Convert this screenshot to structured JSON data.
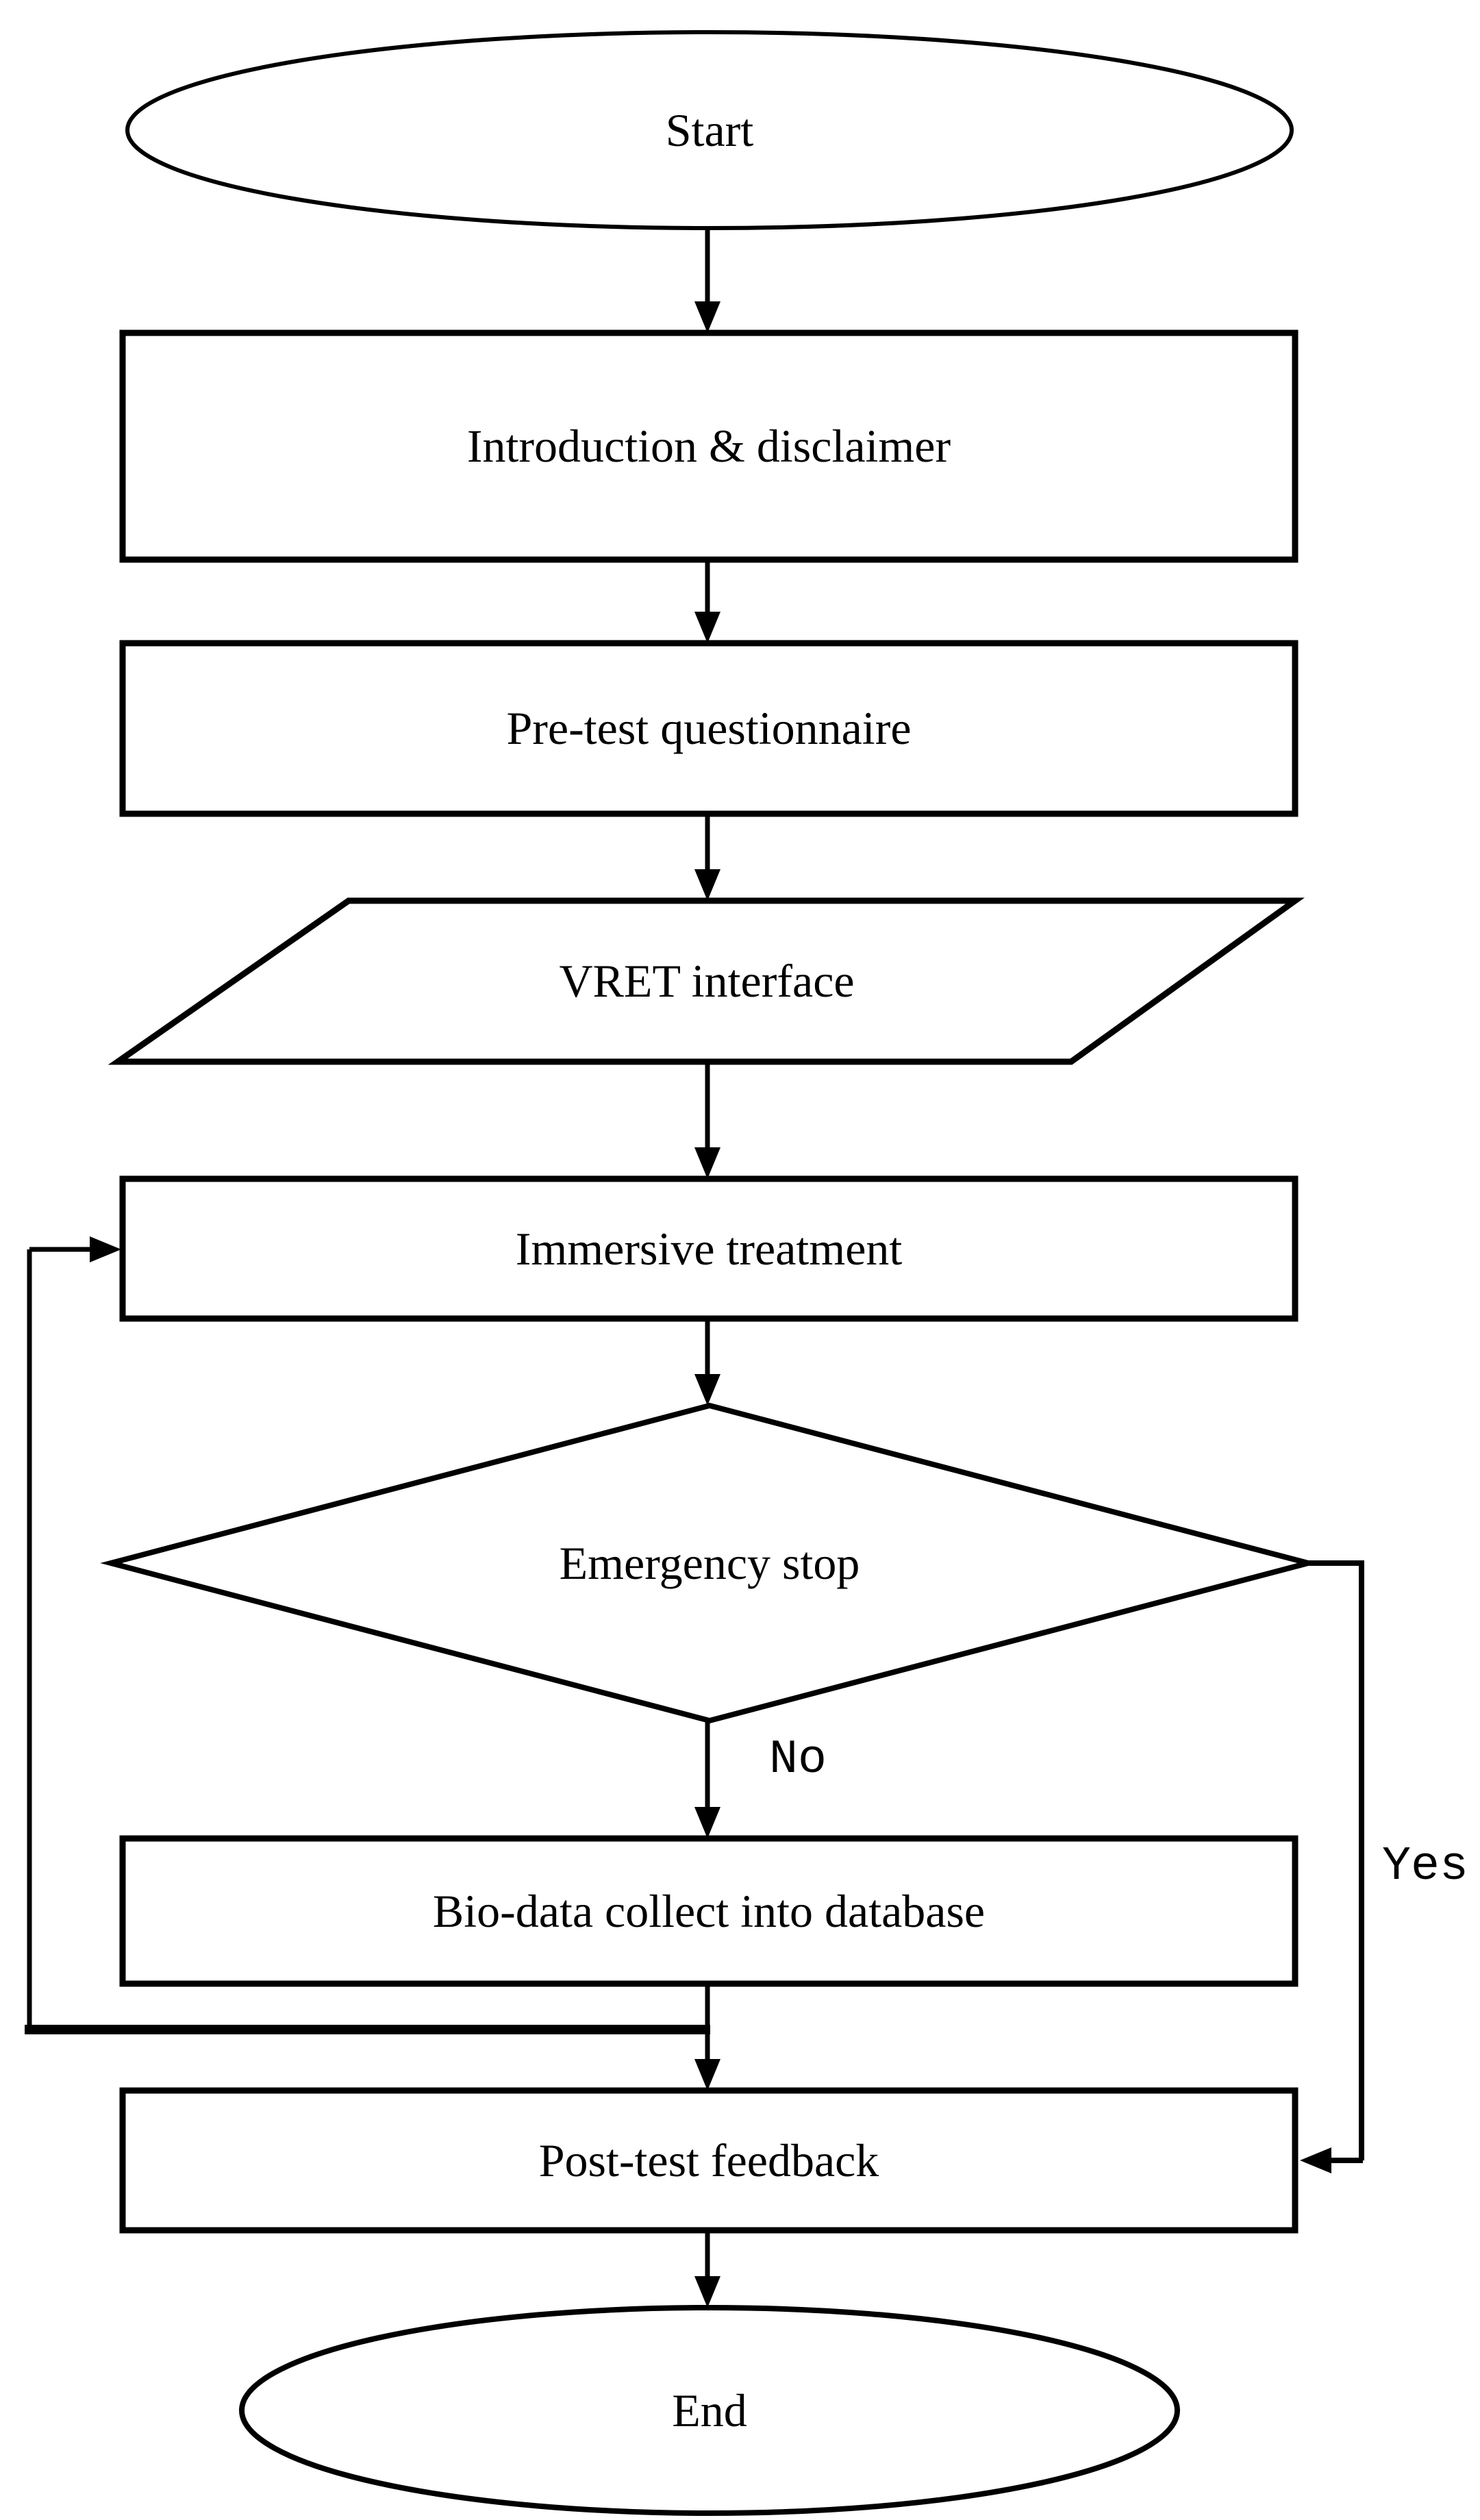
{
  "diagram": {
    "background": "#ffffff",
    "stroke_color": "#000000",
    "text_color": "#000000",
    "nodes": {
      "start": {
        "label": "Start",
        "shape": "terminator"
      },
      "introduction": {
        "label": "Introduction & disclaimer",
        "shape": "process"
      },
      "pretest": {
        "label": "Pre-test questionnaire",
        "shape": "process"
      },
      "vret": {
        "label": "VRET interface",
        "shape": "data-parallelogram"
      },
      "immersive": {
        "label": "Immersive treatment",
        "shape": "process"
      },
      "emergency": {
        "label": "Emergency stop",
        "shape": "decision"
      },
      "biodata": {
        "label": "Bio-data collect into database",
        "shape": "process"
      },
      "posttest": {
        "label": "Post-test feedback",
        "shape": "process"
      },
      "end": {
        "label": "End",
        "shape": "terminator"
      }
    },
    "edge_labels": {
      "no": "No",
      "yes": "Yes"
    }
  }
}
